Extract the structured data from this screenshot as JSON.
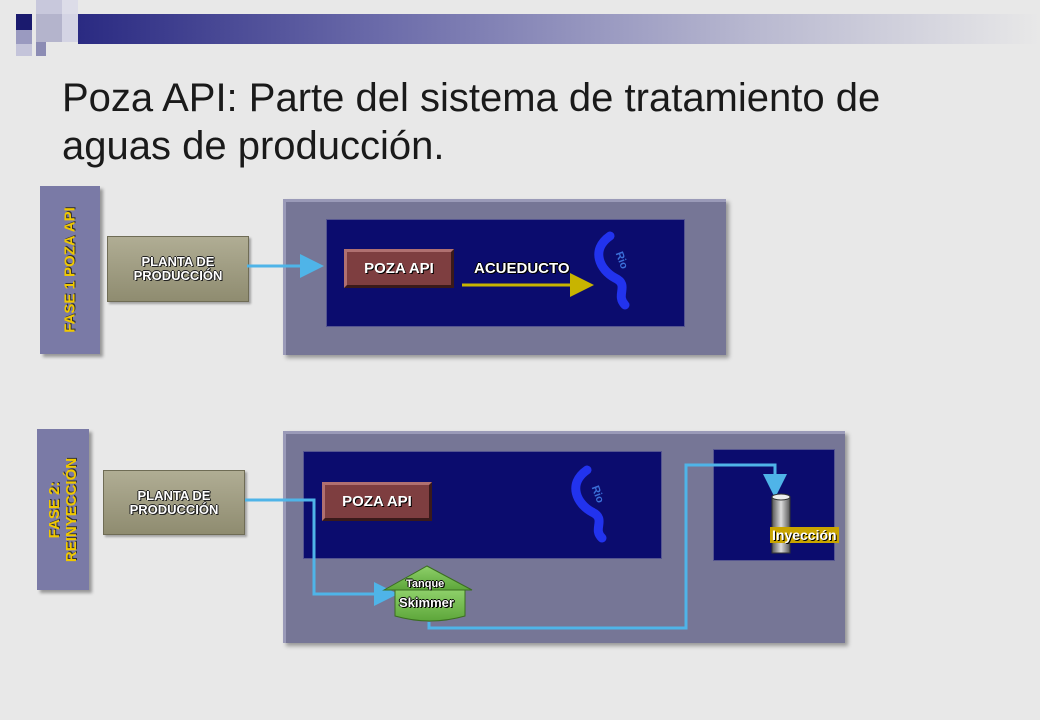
{
  "slide": {
    "title": "Poza API: Parte del sistema de tratamiento de aguas de producción."
  },
  "phase1": {
    "label": "FASE 1 POZA API",
    "plant_label": "PLANTA DE\nPRODUCCIÓN",
    "poza_label": "POZA API",
    "aqueduct_label": "ACUEDUCTO",
    "river_label": "Rio"
  },
  "phase2": {
    "label": "FASE 2:\nREINYECCIÓN",
    "plant_label": "PLANTA DE\nPRODUCCIÓN",
    "poza_label": "POZA API",
    "river_label": "Rio",
    "tank_top_label": "Tanque",
    "tank_body_label": "Skimmer",
    "injection_label": "Inyección"
  },
  "colors": {
    "background": "#e8e8e8",
    "panel": "#767696",
    "inner_panel": "#0b0c6e",
    "phase_label": "#f0c800",
    "pipe": "#4fb4e8",
    "river": "#2233ee",
    "poza_box": "#7e3e40",
    "aqueduct_arrow": "#c8b400"
  }
}
